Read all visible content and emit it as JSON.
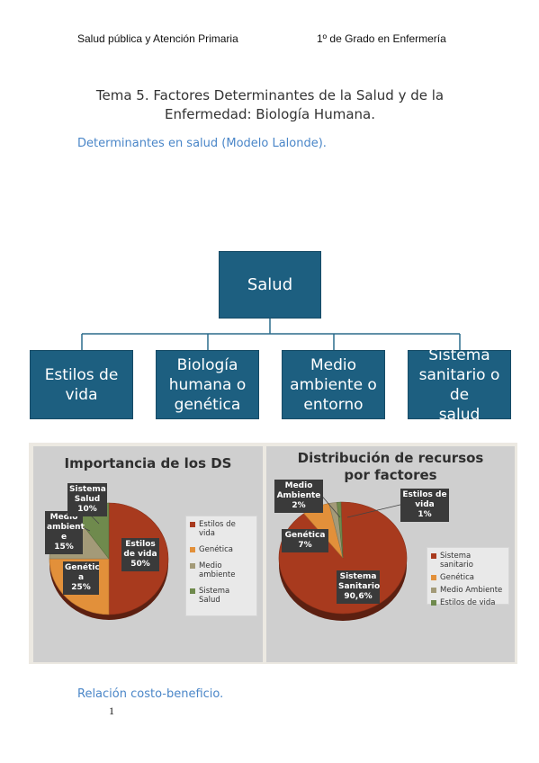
{
  "header": {
    "left": "Salud pública y Atención Primaria",
    "right": "1º de Grado en Enfermería"
  },
  "title": {
    "line1": "Tema 5. Factores Determinantes de la Salud y de la",
    "line2": "Enfermedad: Biología Humana."
  },
  "section1": "Determinantes en salud (Modelo Lalonde).",
  "org_chart": {
    "root": "Salud",
    "children": [
      [
        "Estilos de",
        "vida"
      ],
      [
        "Biología",
        "humana o",
        "genética"
      ],
      [
        "Medio",
        "ambiente o",
        "entorno"
      ],
      [
        "Sistema",
        "sanitario o de",
        "salud"
      ]
    ]
  },
  "chart_data": [
    {
      "type": "pie",
      "title": "Importancia de los DS",
      "categories": [
        "Estilos de vida",
        "Genética",
        "Medio ambiente",
        "Sistema Salud"
      ],
      "values": [
        50,
        25,
        15,
        10
      ],
      "labels": [
        [
          "Estilos",
          "de vida",
          "50%"
        ],
        [
          "Genétic",
          "a",
          "25%"
        ],
        [
          "Medio",
          "ambient",
          "e",
          "15%"
        ],
        [
          "Sistema",
          "Salud",
          "10%"
        ]
      ],
      "colors": [
        "#a83a1e",
        "#e2903a",
        "#a39a78",
        "#6f8a4d"
      ],
      "legend": "right"
    },
    {
      "type": "pie",
      "title": "Distribución de recursos por factores",
      "title_lines": [
        "Distribución de recursos",
        "por factores"
      ],
      "categories": [
        "Sistema sanitario",
        "Genética",
        "Medio Ambiente",
        "Estilos de vida"
      ],
      "values": [
        90.6,
        7,
        2,
        1
      ],
      "labels": [
        [
          "Sistema",
          "Sanitario",
          "90,6%"
        ],
        [
          "Genética",
          "7%"
        ],
        [
          "Medio",
          "Ambiente",
          "2%"
        ],
        [
          "Estilos de",
          "vida",
          "1%"
        ]
      ],
      "colors": [
        "#a83a1e",
        "#e2903a",
        "#a39a78",
        "#6f8a4d"
      ],
      "legend": "right"
    }
  ],
  "section2": "Relación costo-beneficio.",
  "page_number": "1"
}
